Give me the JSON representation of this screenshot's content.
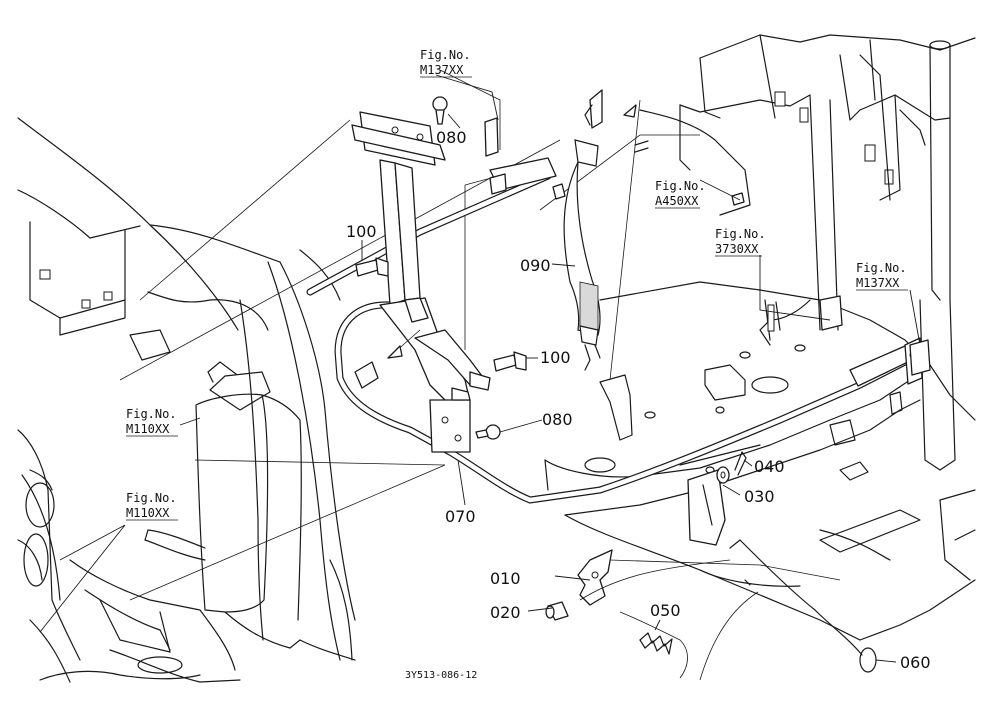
{
  "diagram": {
    "drawing_code": "3Y513-086-12",
    "part_labels": [
      "010",
      "020",
      "030",
      "040",
      "050",
      "060",
      "070",
      "080",
      "080",
      "090",
      "100",
      "100"
    ],
    "figure_refs": [
      {
        "title": "Fig.No.",
        "code": "M137XX"
      },
      {
        "title": "Fig.No.",
        "code": "A450XX"
      },
      {
        "title": "Fig.No.",
        "code": "3730XX"
      },
      {
        "title": "Fig.No.",
        "code": "M137XX"
      },
      {
        "title": "Fig.No.",
        "code": "M110XX"
      },
      {
        "title": "Fig.No.",
        "code": "M110XX"
      }
    ]
  }
}
